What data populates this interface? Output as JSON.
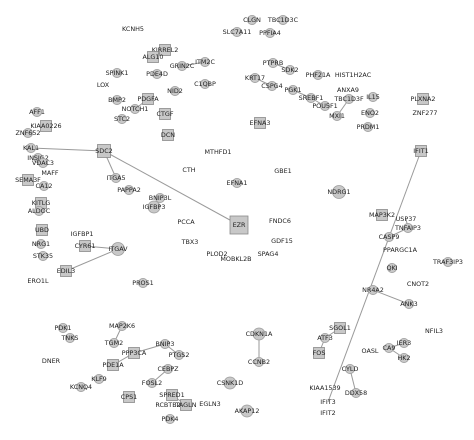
{
  "nodes": [
    {
      "id": "KCNH5",
      "label": "KCNH5",
      "shape": "none"
    },
    {
      "id": "CLGN",
      "label": "CLGN",
      "shape": "circle"
    },
    {
      "id": "TBC1D3C",
      "label": "TBC1D3C",
      "shape": "circle"
    },
    {
      "id": "SLC7A11",
      "label": "SLC7A11",
      "shape": "circle"
    },
    {
      "id": "PPFIA4",
      "label": "PPFIA4",
      "shape": "circle"
    },
    {
      "id": "KIRREL2",
      "label": "KIRREL2",
      "shape": "square"
    },
    {
      "id": "ALG10",
      "label": "ALG10",
      "shape": "square"
    },
    {
      "id": "GRIN2C",
      "label": "GRIN2C",
      "shape": "circle"
    },
    {
      "id": "ITM2C",
      "label": "ITM2C",
      "shape": "circle"
    },
    {
      "id": "SPINK1",
      "label": "SPINK1",
      "shape": "circle"
    },
    {
      "id": "PDE4D",
      "label": "PDE4D",
      "shape": "circle"
    },
    {
      "id": "C1QBP",
      "label": "C1QBP",
      "shape": "circle"
    },
    {
      "id": "LOX",
      "label": "LOX",
      "shape": "none"
    },
    {
      "id": "BMP2",
      "label": "BMP2",
      "shape": "circle"
    },
    {
      "id": "PDGFA",
      "label": "PDGFA",
      "shape": "square"
    },
    {
      "id": "NOTCH1",
      "label": "NOTCH1",
      "shape": "circle"
    },
    {
      "id": "NID2",
      "label": "NID2",
      "shape": "circle"
    },
    {
      "id": "STC2",
      "label": "STC2",
      "shape": "circle"
    },
    {
      "id": "CTGF",
      "label": "CTGF",
      "shape": "square"
    },
    {
      "id": "DCN",
      "label": "DCN",
      "shape": "square"
    },
    {
      "id": "PTPRB",
      "label": "PTPRB",
      "shape": "circle"
    },
    {
      "id": "SDK2",
      "label": "SDK2",
      "shape": "circle"
    },
    {
      "id": "HIST1H2AC",
      "label": "HIST1H2AC",
      "shape": "none"
    },
    {
      "id": "KRT17",
      "label": "KRT17",
      "shape": "circle"
    },
    {
      "id": "PHF21A",
      "label": "PHF21A",
      "shape": "circle"
    },
    {
      "id": "ANXA9",
      "label": "ANXA9",
      "shape": "none"
    },
    {
      "id": "CSPG4",
      "label": "CSPG4",
      "shape": "circle"
    },
    {
      "id": "PGK1",
      "label": "PGK1",
      "shape": "circle"
    },
    {
      "id": "SREBF1",
      "label": "SREBF1",
      "shape": "circle"
    },
    {
      "id": "TBC1D3F",
      "label": "TBC1D3F",
      "shape": "circle"
    },
    {
      "id": "IL15",
      "label": "IL15",
      "shape": "circle"
    },
    {
      "id": "PLXNA2",
      "label": "PLXNA2",
      "shape": "square"
    },
    {
      "id": "ZNF277",
      "label": "ZNF277",
      "shape": "none"
    },
    {
      "id": "POU5F1",
      "label": "POU5F1",
      "shape": "circle"
    },
    {
      "id": "MXI1",
      "label": "MXI1",
      "shape": "circle"
    },
    {
      "id": "ENO2",
      "label": "ENO2",
      "shape": "circle"
    },
    {
      "id": "PRDM1",
      "label": "PRDM1",
      "shape": "circle"
    },
    {
      "id": "EFNA3",
      "label": "EFNA3",
      "shape": "square"
    },
    {
      "id": "AFF1",
      "label": "AFF1",
      "shape": "circle"
    },
    {
      "id": "KIAA0226",
      "label": "KIAA0226",
      "shape": "square"
    },
    {
      "id": "ZNF652",
      "label": "ZNF652",
      "shape": "circle"
    },
    {
      "id": "KAL1",
      "label": "KAL1",
      "shape": "circle"
    },
    {
      "id": "SDC2",
      "label": "SDC2",
      "shape": "square"
    },
    {
      "id": "IFIT1",
      "label": "IFIT1",
      "shape": "square"
    },
    {
      "id": "INSIG2",
      "label": "INSIG2",
      "shape": "circle"
    },
    {
      "id": "VDAC3",
      "label": "VDAC3",
      "shape": "circle"
    },
    {
      "id": "MAFF",
      "label": "MAFF",
      "shape": "none"
    },
    {
      "id": "SEMA3F",
      "label": "SEMA3F",
      "shape": "square"
    },
    {
      "id": "ITGA5",
      "label": "ITGA5",
      "shape": "circle"
    },
    {
      "id": "MTHFD1",
      "label": "MTHFD1",
      "shape": "none"
    },
    {
      "id": "CA12",
      "label": "CA12",
      "shape": "circle"
    },
    {
      "id": "CTH",
      "label": "CTH",
      "shape": "none"
    },
    {
      "id": "EFNA1",
      "label": "EFNA1",
      "shape": "circle"
    },
    {
      "id": "GBE1",
      "label": "GBE1",
      "shape": "none"
    },
    {
      "id": "NDRG1",
      "label": "NDRG1",
      "shape": "circle"
    },
    {
      "id": "KITLG",
      "label": "KITLG",
      "shape": "square"
    },
    {
      "id": "PAPPA2",
      "label": "PAPPA2",
      "shape": "circle"
    },
    {
      "id": "MAP3K2",
      "label": "MAP3K2",
      "shape": "square"
    },
    {
      "id": "ALDOC",
      "label": "ALDOC",
      "shape": "circle"
    },
    {
      "id": "USP37",
      "label": "USP37",
      "shape": "none"
    },
    {
      "id": "BNIP3L",
      "label": "BNIP3L",
      "shape": "circle"
    },
    {
      "id": "IGFBP3",
      "label": "IGFBP3",
      "shape": "circle"
    },
    {
      "id": "TNFAIP3",
      "label": "TNFAIP3",
      "shape": "circle"
    },
    {
      "id": "FNDC6",
      "label": "FNDC6",
      "shape": "none"
    },
    {
      "id": "PCCA",
      "label": "PCCA",
      "shape": "none"
    },
    {
      "id": "EZR",
      "label": "EZR",
      "shape": "square"
    },
    {
      "id": "UBD",
      "label": "UBD",
      "shape": "square"
    },
    {
      "id": "IGFBP1",
      "label": "IGFBP1",
      "shape": "none"
    },
    {
      "id": "CASP9",
      "label": "CASP9",
      "shape": "circle"
    },
    {
      "id": "CYR61",
      "label": "CYR61",
      "shape": "square"
    },
    {
      "id": "NRG1",
      "label": "NRG1",
      "shape": "circle"
    },
    {
      "id": "ITGAV",
      "label": "ITGAV",
      "shape": "circle"
    },
    {
      "id": "PPARGC1A",
      "label": "PPARGC1A",
      "shape": "none"
    },
    {
      "id": "TBX3",
      "label": "TBX3",
      "shape": "none"
    },
    {
      "id": "GDF15",
      "label": "GDF15",
      "shape": "none"
    },
    {
      "id": "STK35",
      "label": "STK35",
      "shape": "circle"
    },
    {
      "id": "PLOD2",
      "label": "PLOD2",
      "shape": "none"
    },
    {
      "id": "MOBKL2B",
      "label": "MOBKL2B",
      "shape": "none"
    },
    {
      "id": "SPAG4",
      "label": "SPAG4",
      "shape": "none"
    },
    {
      "id": "TRAF3IP3",
      "label": "TRAF3IP3",
      "shape": "circle"
    },
    {
      "id": "EDIL3",
      "label": "EDIL3",
      "shape": "square"
    },
    {
      "id": "QKI",
      "label": "QKI",
      "shape": "circle"
    },
    {
      "id": "ERO1L",
      "label": "ERO1L",
      "shape": "none"
    },
    {
      "id": "PROS1",
      "label": "PROS1",
      "shape": "circle"
    },
    {
      "id": "CNOT2",
      "label": "CNOT2",
      "shape": "none"
    },
    {
      "id": "NR4A2",
      "label": "NR4A2",
      "shape": "circle"
    },
    {
      "id": "ANK3",
      "label": "ANK3",
      "shape": "circle"
    },
    {
      "id": "SGOL1",
      "label": "SGOL1",
      "shape": "square"
    },
    {
      "id": "PDK1",
      "label": "PDK1",
      "shape": "circle"
    },
    {
      "id": "MAP2K6",
      "label": "MAP2K6",
      "shape": "circle"
    },
    {
      "id": "TNKS",
      "label": "TNKS",
      "shape": "circle"
    },
    {
      "id": "CDKN1A",
      "label": "CDKN1A",
      "shape": "circle"
    },
    {
      "id": "NFIL3",
      "label": "NFIL3",
      "shape": "none"
    },
    {
      "id": "BNIP3",
      "label": "BNIP3",
      "shape": "circle"
    },
    {
      "id": "ATF3",
      "label": "ATF3",
      "shape": "circle"
    },
    {
      "id": "TGM2",
      "label": "TGM2",
      "shape": "circle"
    },
    {
      "id": "PTGS2",
      "label": "PTGS2",
      "shape": "circle"
    },
    {
      "id": "IER3",
      "label": "IER3",
      "shape": "circle"
    },
    {
      "id": "PPP3CA",
      "label": "PPP3CA",
      "shape": "square"
    },
    {
      "id": "CA9",
      "label": "CA9",
      "shape": "circle"
    },
    {
      "id": "DNER",
      "label": "DNER",
      "shape": "none"
    },
    {
      "id": "OASL",
      "label": "OASL",
      "shape": "none"
    },
    {
      "id": "FOS",
      "label": "FOS",
      "shape": "square"
    },
    {
      "id": "PDE1A",
      "label": "PDE1A",
      "shape": "square"
    },
    {
      "id": "CEBPZ",
      "label": "CEBPZ",
      "shape": "circle"
    },
    {
      "id": "CCNB2",
      "label": "CCNB2",
      "shape": "circle"
    },
    {
      "id": "HK2",
      "label": "HK2",
      "shape": "circle"
    },
    {
      "id": "KLF9",
      "label": "KLF9",
      "shape": "circle"
    },
    {
      "id": "FOSL2",
      "label": "FOSL2",
      "shape": "circle"
    },
    {
      "id": "CYLD",
      "label": "CYLD",
      "shape": "circle"
    },
    {
      "id": "KCNQ4",
      "label": "KCNQ4",
      "shape": "circle"
    },
    {
      "id": "CSNK1D",
      "label": "CSNK1D",
      "shape": "circle"
    },
    {
      "id": "CPS1",
      "label": "CPS1",
      "shape": "square"
    },
    {
      "id": "SPRED1",
      "label": "SPRED1",
      "shape": "square"
    },
    {
      "id": "KIAA1539",
      "label": "KIAA1539",
      "shape": "none"
    },
    {
      "id": "DDX58",
      "label": "DDX58",
      "shape": "circle"
    },
    {
      "id": "EGLN3",
      "label": "EGLN3",
      "shape": "none"
    },
    {
      "id": "TAGLN",
      "label": "TAGLN",
      "shape": "square"
    },
    {
      "id": "RCBTB2",
      "label": "RCBTB2",
      "shape": "none"
    },
    {
      "id": "IFIT3",
      "label": "IFIT3",
      "shape": "none"
    },
    {
      "id": "AKAP12",
      "label": "AKAP12",
      "shape": "circle"
    },
    {
      "id": "PDK4",
      "label": "PDK4",
      "shape": "circle"
    },
    {
      "id": "IFIT2",
      "label": "IFIT2",
      "shape": "none"
    }
  ],
  "edges": [
    [
      "SDC2",
      "EZR"
    ],
    [
      "KAL1",
      "SDC2"
    ],
    [
      "IFIT1",
      "IFIT3"
    ],
    [
      "USP37",
      "TNFAIP3"
    ],
    [
      "CASP9",
      "TNFAIP3"
    ],
    [
      "CYR61",
      "ITGAV"
    ],
    [
      "EDIL3",
      "ITGAV"
    ],
    [
      "ATF3",
      "SGOL1"
    ],
    [
      "FOS",
      "ATF3"
    ],
    [
      "CDKN1A",
      "CCNB2"
    ],
    [
      "CYLD",
      "DDX58"
    ],
    [
      "BNIP3",
      "PTGS2"
    ],
    [
      "PPP3CA",
      "BNIP3"
    ],
    [
      "CEBPZ",
      "FOSL2"
    ],
    [
      "SPRED1",
      "TAGLN"
    ],
    [
      "ALG10",
      "KIRREL2"
    ],
    [
      "PDGFA",
      "NOTCH1"
    ],
    [
      "PTPRB",
      "SDK2"
    ],
    [
      "PGK1",
      "SREBF1"
    ],
    [
      "POU5F1",
      "SREBF1"
    ],
    [
      "TBC1D3F",
      "MXI1"
    ],
    [
      "IER3",
      "CA9"
    ],
    [
      "CA9",
      "HK2"
    ],
    [
      "MAP2K6",
      "TGM2"
    ],
    [
      "NR4A2",
      "ANK3"
    ],
    [
      "CSPG4",
      "KRT17"
    ],
    [
      "PDE1A",
      "PPP3CA"
    ],
    [
      "ITGA5",
      "SDC2"
    ],
    [
      "GRIN2C",
      "ITM2C"
    ]
  ]
}
